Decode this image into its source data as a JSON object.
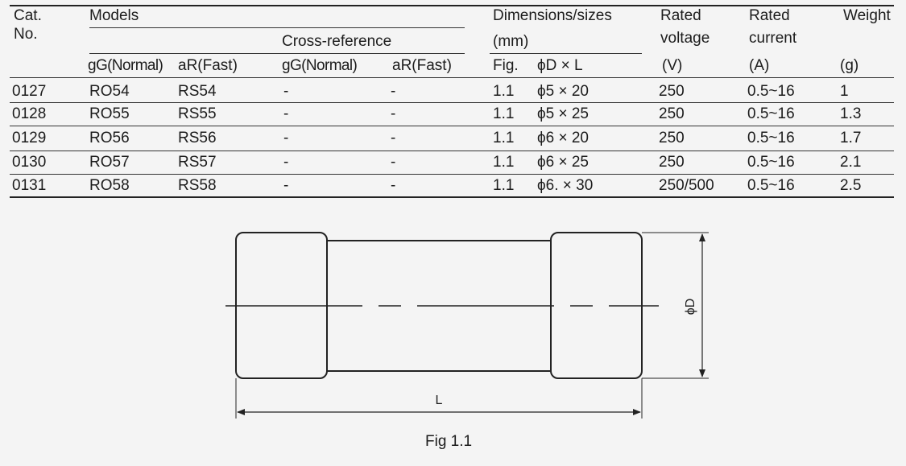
{
  "header": {
    "cat_no_line1": "Cat.",
    "cat_no_line2": "No.",
    "models": "Models",
    "cross_reference": "Cross-reference",
    "gg_normal_1": "gG(Normal)",
    "ar_fast_1": "aR(Fast)",
    "gg_normal_2": "gG(Normal)",
    "ar_fast_2": "aR(Fast)",
    "dimensions_line1": "Dimensions/sizes",
    "dimensions_line2": "(mm)",
    "fig": "Fig.",
    "phid_l": "ϕD × L",
    "rated_voltage_line1": "Rated",
    "rated_voltage_line2": "voltage",
    "rated_voltage_unit": "(V)",
    "rated_current_line1": "Rated",
    "rated_current_line2": "current",
    "rated_current_unit": "(A)",
    "weight": "Weight",
    "weight_unit": "(g)"
  },
  "rows": [
    {
      "cat": "0127",
      "gg": "RO54",
      "ar": "RS54",
      "xgg": "-",
      "xar": "-",
      "fig": "1.1",
      "dim": "ϕ5 × 20",
      "volt": "250",
      "curr": "0.5~16",
      "wt": "1"
    },
    {
      "cat": "0128",
      "gg": "RO55",
      "ar": "RS55",
      "xgg": "-",
      "xar": "-",
      "fig": "1.1",
      "dim": "ϕ5 × 25",
      "volt": "250",
      "curr": "0.5~16",
      "wt": "1.3"
    },
    {
      "cat": "0129",
      "gg": "RO56",
      "ar": "RS56",
      "xgg": "-",
      "xar": "-",
      "fig": "1.1",
      "dim": "ϕ6 × 20",
      "volt": "250",
      "curr": "0.5~16",
      "wt": "1.7"
    },
    {
      "cat": "0130",
      "gg": "RO57",
      "ar": "RS57",
      "xgg": "-",
      "xar": "-",
      "fig": "1.1",
      "dim": "ϕ6 × 25",
      "volt": "250",
      "curr": "0.5~16",
      "wt": "2.1"
    },
    {
      "cat": "0131",
      "gg": "RO58",
      "ar": "RS58",
      "xgg": "-",
      "xar": "-",
      "fig": "1.1",
      "dim": "ϕ6. × 30",
      "volt": "250/500",
      "curr": "0.5~16",
      "wt": "2.5"
    }
  ],
  "figure": {
    "diameter_label": "ϕD",
    "length_label": "L",
    "caption": "Fig 1.1"
  }
}
